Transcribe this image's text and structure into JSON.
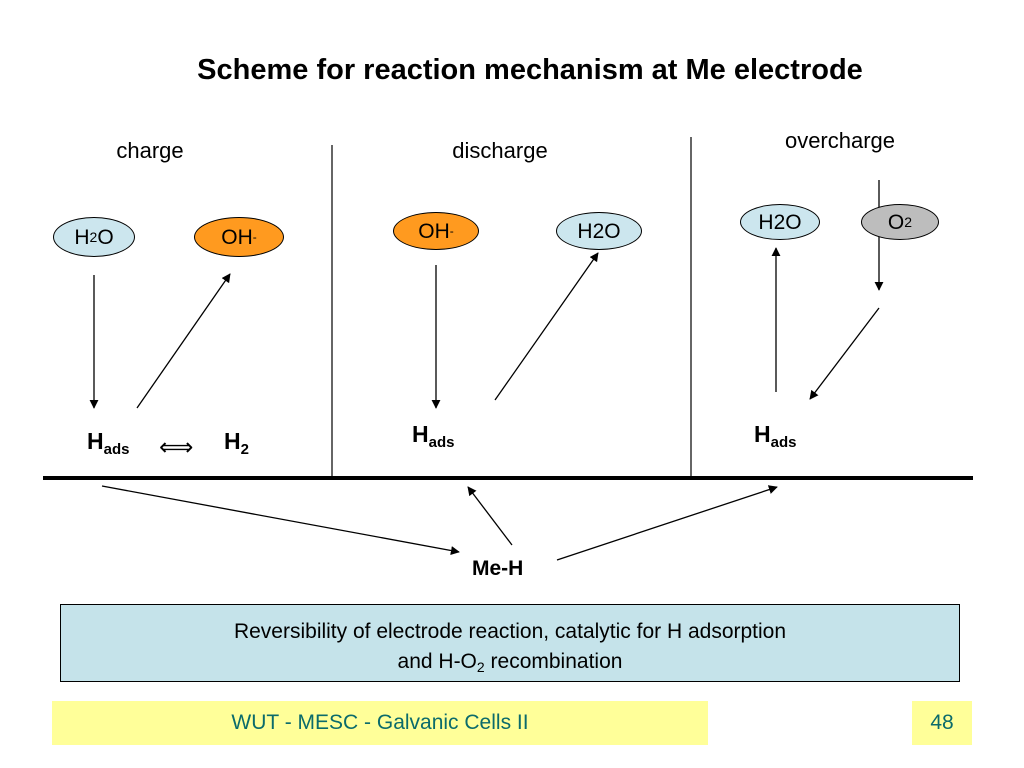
{
  "title": "Scheme for reaction mechanism at Me electrode",
  "columns": {
    "charge": {
      "label": "charge",
      "water_main": "H",
      "water_sub": "2",
      "water_tail": "O",
      "oh_main": "OH",
      "oh_sup": "-",
      "hads_main": "H",
      "hads_sub": "ads",
      "equilibrium_symbol": "⟺",
      "h2_main": "H",
      "h2_sub": "2"
    },
    "discharge": {
      "label": "discharge",
      "oh_main": "OH",
      "oh_sup": "-",
      "water": "H2O",
      "hads_main": "H",
      "hads_sub": "ads"
    },
    "overcharge": {
      "label": "overcharge",
      "water": "H2O",
      "o2_main": "O",
      "o2_sub": "2",
      "hads_main": "H",
      "hads_sub": "ads"
    }
  },
  "electrode": {
    "label": "Me-H"
  },
  "note": {
    "line1": "Reversibility of electrode reaction, catalytic for H adsorption",
    "line2_pre": "and H-O",
    "line2_sub": "2",
    "line2_post": " recombination"
  },
  "footer": {
    "text": "WUT - MESC - Galvanic Cells II",
    "page": "48"
  },
  "colors": {
    "ellipse_blue": "#cce6ee",
    "ellipse_orange": "#ff9a1f",
    "ellipse_gray": "#bdbdbd",
    "note_box": "#c5e3ea",
    "footer_bg": "#ffff99",
    "footer_text": "#0b6b6b"
  }
}
